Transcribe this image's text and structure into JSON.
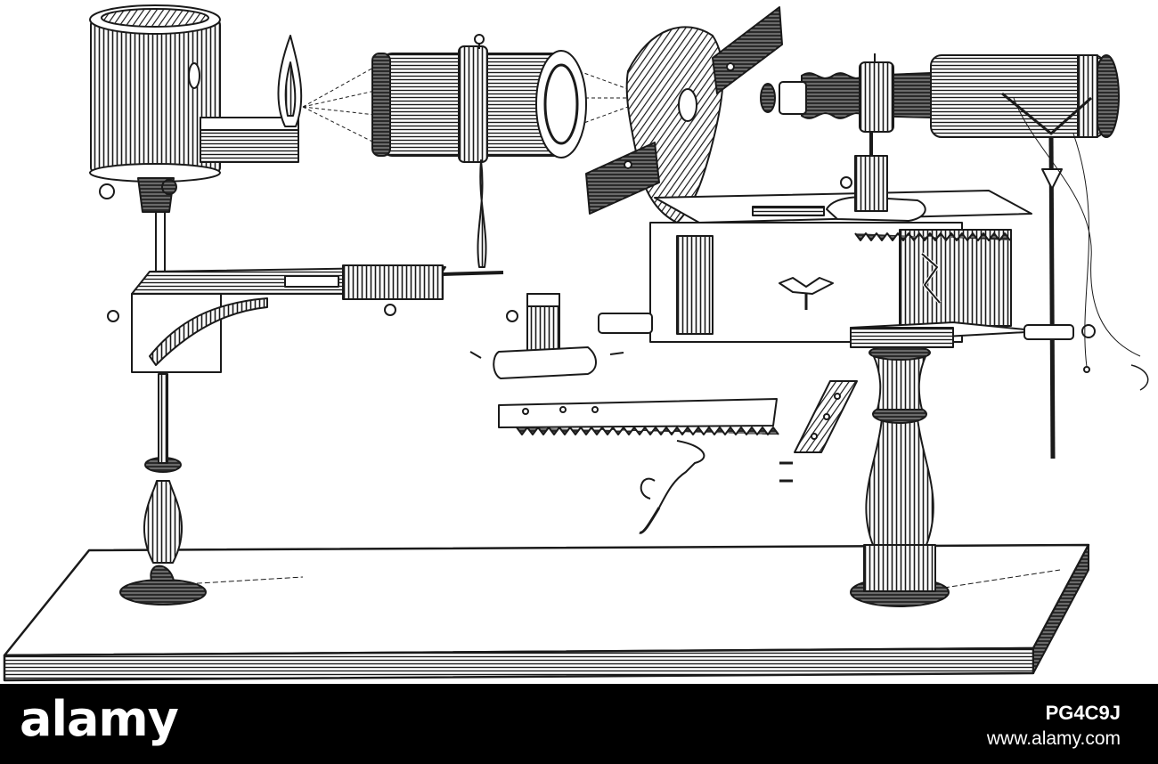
{
  "footer": {
    "brand": "alamy",
    "image_id": "PG4C9J",
    "site": "www.alamy.com"
  },
  "colors": {
    "ink": "#1a1a1a",
    "paper": "#ffffff",
    "footer_bg": "#000000",
    "footer_text": "#ffffff"
  }
}
